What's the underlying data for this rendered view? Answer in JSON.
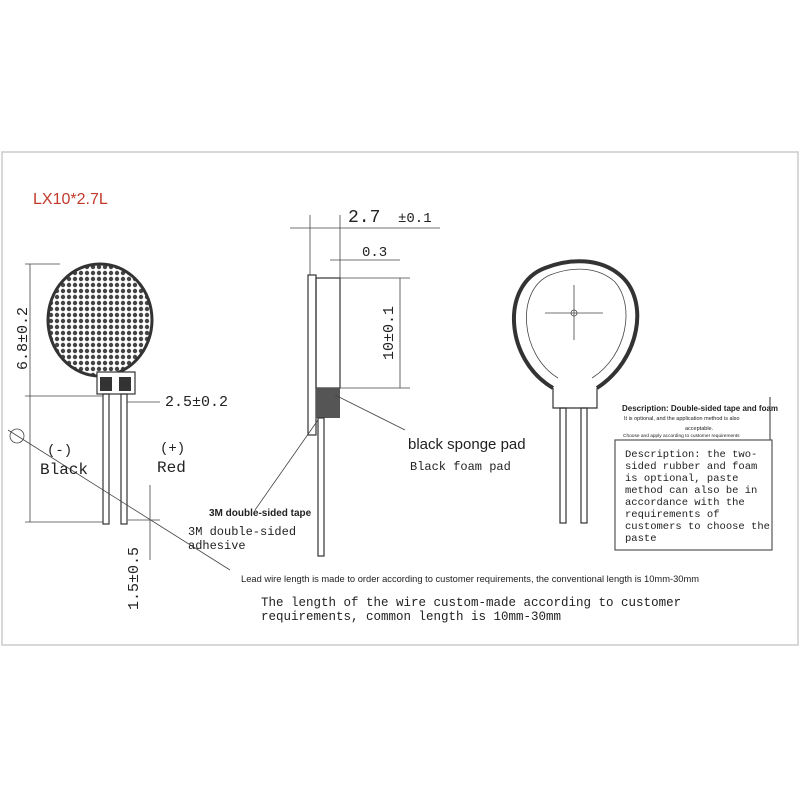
{
  "title": "LX10*2.7L",
  "colors": {
    "title": "#c0392b",
    "line": "#333333",
    "frame": "#cccccc"
  },
  "dims": {
    "thickness": "2.7",
    "thickness_tol": "±0.1",
    "tape": "0.3",
    "diameter": "10±0.1",
    "height": "6.8±0.2",
    "pitch": "2.5±0.2",
    "lead": "1.5±0.5"
  },
  "wires": {
    "neg_sign": "(-)",
    "neg_label": "Black",
    "pos_sign": "(+)",
    "pos_label": "Red"
  },
  "labels": {
    "sponge_en": "black sponge pad",
    "sponge_mono": "Black foam pad",
    "tape_en": "3M double-sided tape",
    "tape_mono_1": "3M double-sided",
    "tape_mono_2": "adhesive",
    "lead_en": "Lead wire length is made to order according to customer requirements, the conventional length is 10mm-30mm",
    "lead_mono_1": "The length of the wire custom-made according to customer",
    "lead_mono_2": "requirements, common length is 10mm-30mm"
  },
  "description": {
    "heading": "Description: Double-sided tape and foam",
    "sub_1": "It is optional, and the application method is also",
    "sub_2": "acceptable.",
    "sub_3": "Choose and apply according to customer requirements",
    "lines": [
      "Description: the two-",
      "sided rubber and foam",
      "is optional, paste",
      "method can also be in",
      "accordance with the",
      "requirements of",
      "customers to choose the",
      "paste"
    ]
  }
}
